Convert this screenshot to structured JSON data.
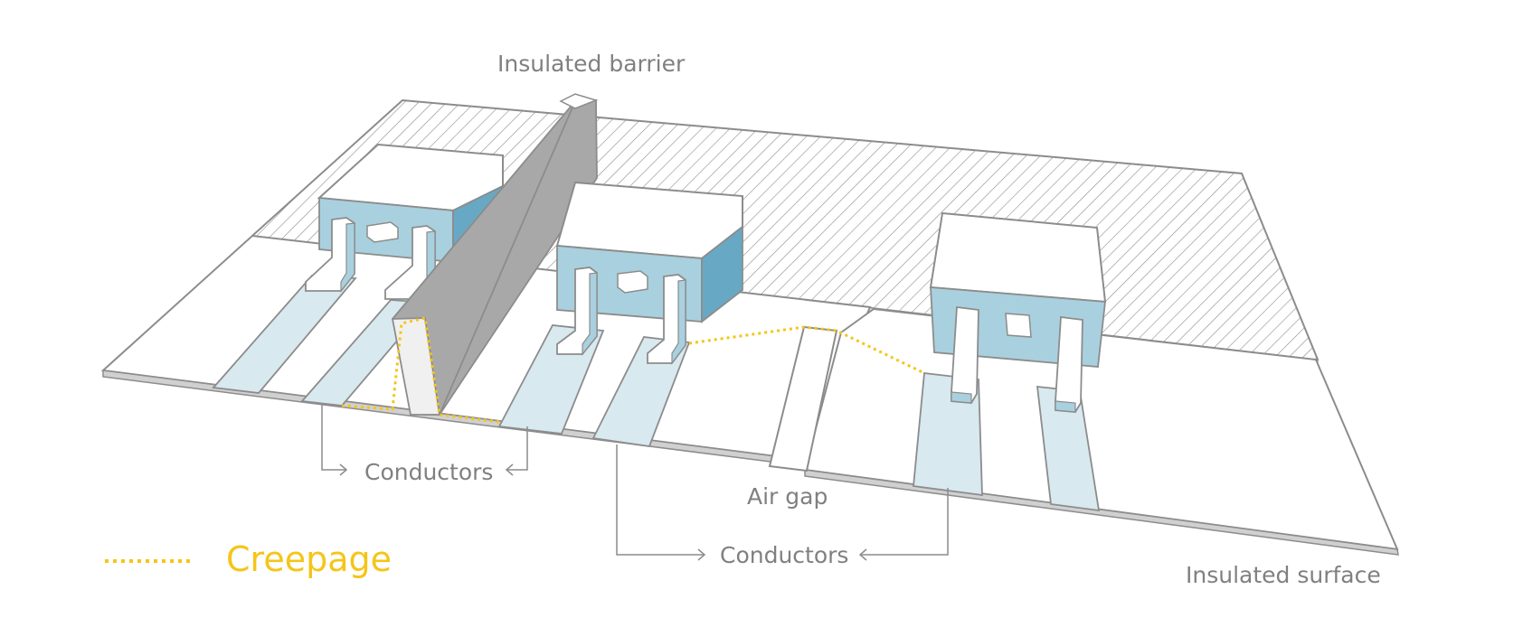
{
  "labels": {
    "barrier": "Insulated barrier",
    "conductors_left": "Conductors",
    "conductors_right": "Conductors",
    "air_gap": "Air gap",
    "insulated_surface": "Insulated surface",
    "creepage": "Creepage"
  },
  "colors": {
    "line": "#8c8c8c",
    "label_text": "#808080",
    "creepage": "#f5c518",
    "conductor_trace": "#d8e9ef",
    "component_front": "#a9d0de",
    "component_side": "#67a9c4",
    "barrier_top": "#a8a8a8",
    "barrier_end": "#f0f0f0",
    "board": "#ffffff",
    "board_edge": "#d0d0d0"
  }
}
